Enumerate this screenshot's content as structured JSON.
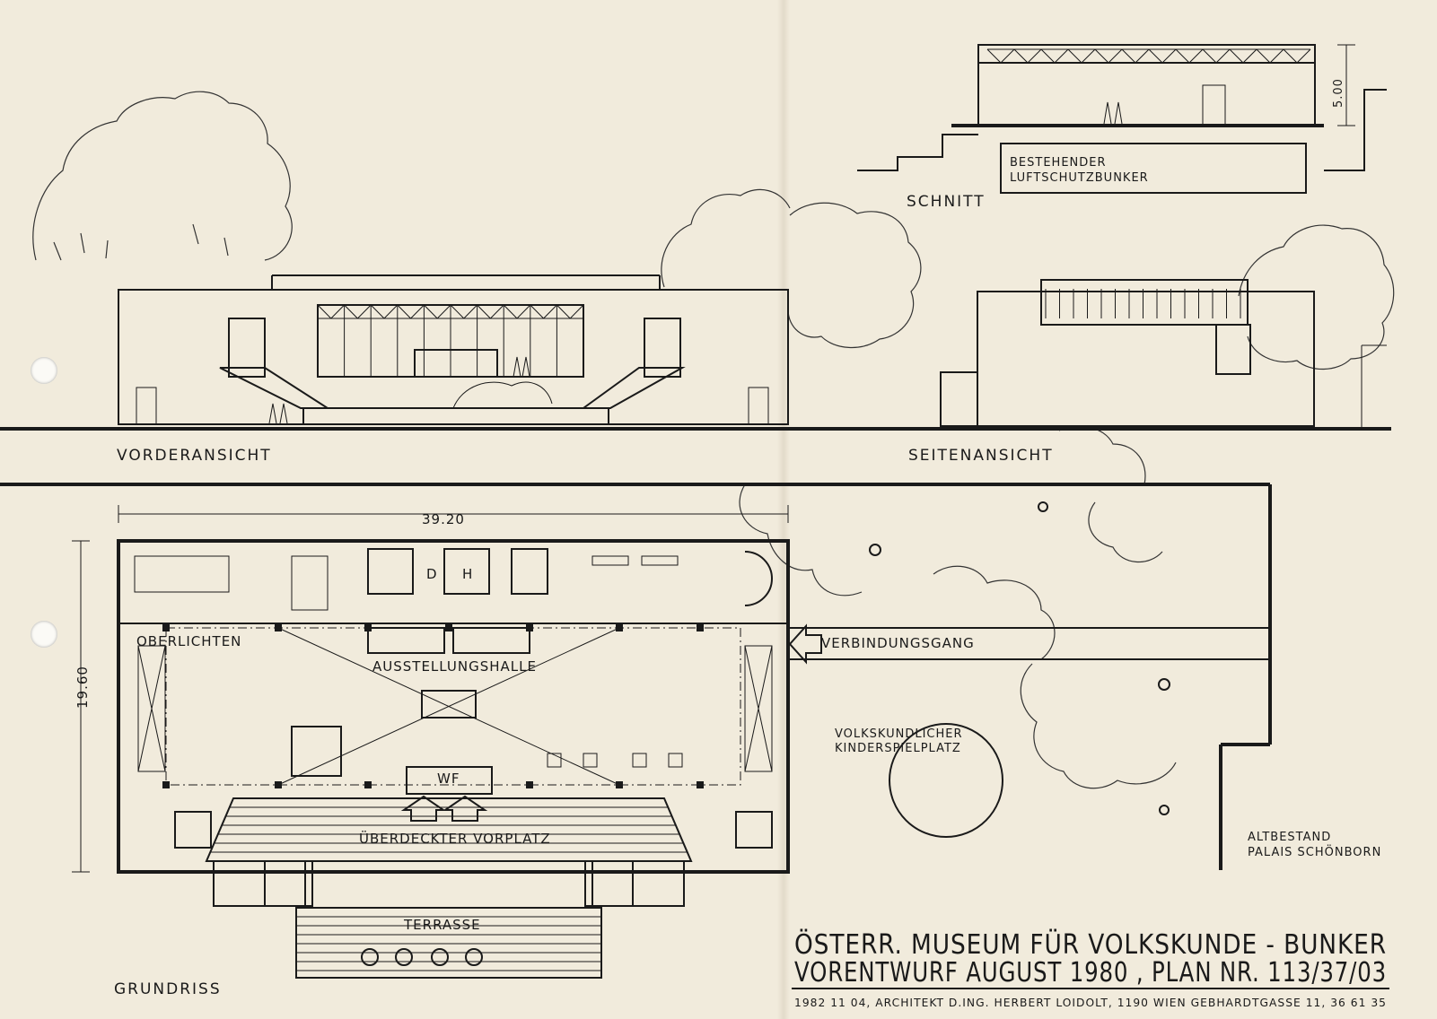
{
  "labels": {
    "front_view": "VORDERANSICHT",
    "side_view": "SEITENANSICHT",
    "section": "SCHNITT",
    "bunker": [
      "BESTEHENDER",
      "LUFTSCHUTZBUNKER"
    ],
    "height_dim": "5.00",
    "floor_plan": "GRUNDRISS",
    "width_dim": "39.20",
    "depth_dim": "19.60",
    "skylights": "OBERLICHTEN",
    "exhibition_hall": "AUSSTELLUNGSHALLE",
    "connecting_passage": "VERBINDUNGSGANG",
    "room_d": "D",
    "room_h": "H",
    "wf": "WF",
    "covered_forecourt": "ÜBERDECKTER VORPLATZ",
    "terrace": "TERRASSE",
    "playground": [
      "VOLKSKUNDLICHER",
      "KINDERSPIELPLATZ"
    ],
    "palais": [
      "ALTBESTAND",
      "PALAIS SCHÖNBORN"
    ]
  },
  "title": {
    "line1": "ÖSTERR. MUSEUM FÜR VOLKSKUNDE - BUNKER",
    "line2": "VORENTWURF AUGUST 1980 , PLAN NR. 113/37/03",
    "credit": "1982 11 04, ARCHITEKT D.ING. HERBERT LOIDOLT, 1190 WIEN GEBHARDTGASSE 11, 36 61 35"
  },
  "colors": {
    "paper": "#f1ebdc",
    "ink": "#1a1a1a"
  }
}
